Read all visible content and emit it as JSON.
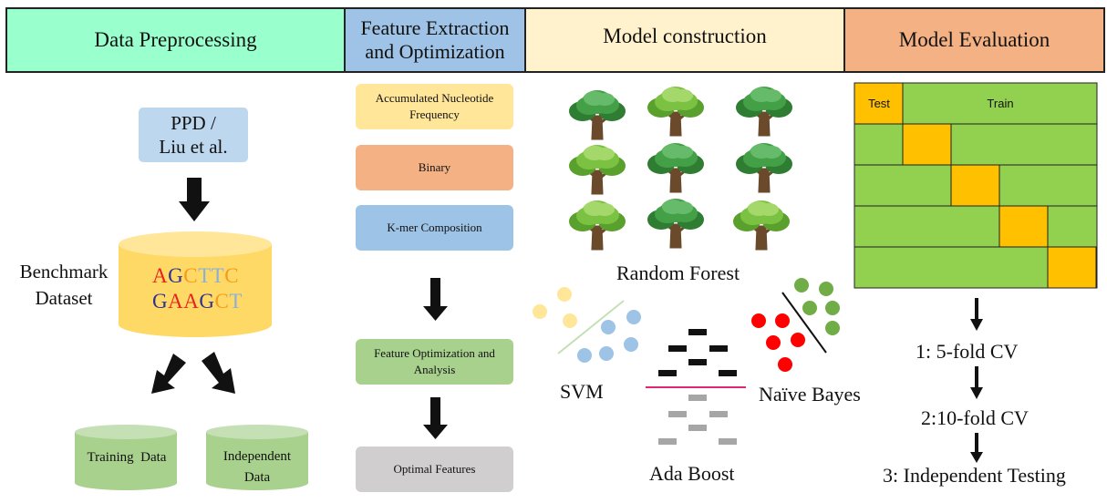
{
  "headers": {
    "data_preprocessing": "Data Preprocessing",
    "feature_extraction": "Feature Extraction and Optimization",
    "model_construction": "Model construction",
    "model_evaluation": "Model Evaluation"
  },
  "preprocessing": {
    "source": "PPD / Liu et al.",
    "benchmark_label": "Benchmark Dataset",
    "seq_line1": [
      "A",
      "G",
      "C",
      "T",
      "T",
      "C"
    ],
    "seq_line2": [
      "G",
      "A",
      "A",
      "G",
      "C",
      "T"
    ],
    "training": "Training  Data",
    "independent": "Independent Data"
  },
  "features": {
    "anf": "Accumulated Nucleotide Frequency",
    "binary": "Binary",
    "kmer": "K-mer Composition",
    "optimization": "Feature Optimization and Analysis",
    "optimal": "Optimal Features"
  },
  "models": {
    "rf": "Random Forest",
    "svm": "SVM",
    "ada": "Ada Boost",
    "nb": "Naïve Bayes"
  },
  "evaluation": {
    "test": "Test",
    "train": "Train",
    "cv5": "1: 5-fold CV",
    "cv10": "2:10-fold CV",
    "indep": "3: Independent Testing"
  },
  "colors": {
    "header_green": "#99ffcc",
    "header_blue": "#9ec3e6",
    "header_cream": "#fff2cc",
    "header_orange": "#f4b183",
    "nuc_A": "#e8231f",
    "nuc_G": "#2f3192",
    "nuc_C": "#f59a1b",
    "nuc_T": "#8ab0d8",
    "cv_train": "#92d050",
    "cv_test": "#ffc000"
  }
}
